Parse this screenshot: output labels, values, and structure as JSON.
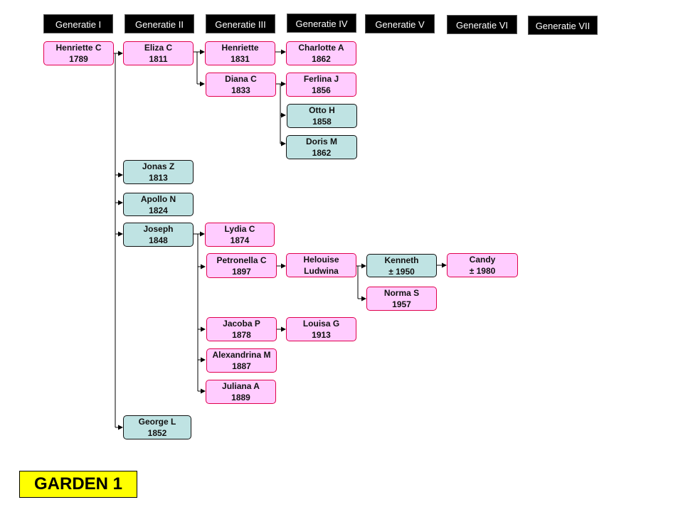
{
  "generations": [
    "Generatie I",
    "Generatie II",
    "Generatie III",
    "Generatie IV",
    "Generatie V",
    "Generatie VI",
    "Generatie VII"
  ],
  "people": {
    "henriette_c": {
      "name": "Henriette C",
      "year": "1789",
      "sex": "female"
    },
    "eliza_c": {
      "name": "Eliza C",
      "year": "1811",
      "sex": "female"
    },
    "henriette": {
      "name": "Henriette",
      "year": "1831",
      "sex": "female"
    },
    "charlotte_a": {
      "name": "Charlotte A",
      "year": "1862",
      "sex": "female"
    },
    "diana_c": {
      "name": "Diana C",
      "year": "1833",
      "sex": "female"
    },
    "ferlina_j": {
      "name": "Ferlina J",
      "year": "1856",
      "sex": "female"
    },
    "otto_h": {
      "name": "Otto H",
      "year": "1858",
      "sex": "male"
    },
    "doris_m": {
      "name": "Doris M",
      "year": "1862",
      "sex": "male"
    },
    "jonas_z": {
      "name": "Jonas Z",
      "year": "1813",
      "sex": "male"
    },
    "apollo_n": {
      "name": "Apollo N",
      "year": "1824",
      "sex": "male"
    },
    "joseph": {
      "name": "Joseph",
      "year": "1848",
      "sex": "male"
    },
    "lydia_c": {
      "name": "Lydia  C",
      "year": "1874",
      "sex": "female"
    },
    "petronella_c": {
      "name": "Petronella C",
      "year": "1897",
      "sex": "female"
    },
    "helouise": {
      "name": "Helouise",
      "year": "Ludwina",
      "sex": "female"
    },
    "kenneth": {
      "name": "Kenneth",
      "year": "± 1950",
      "sex": "male"
    },
    "candy": {
      "name": "Candy",
      "year": "± 1980",
      "sex": "female"
    },
    "norma_s": {
      "name": "Norma  S",
      "year": "1957",
      "sex": "female"
    },
    "jacoba_p": {
      "name": "Jacoba P",
      "year": "1878",
      "sex": "female"
    },
    "louisa_g": {
      "name": "Louisa G",
      "year": "1913",
      "sex": "female"
    },
    "alexandrina_m": {
      "name": "Alexandrina M",
      "year": "1887",
      "sex": "female"
    },
    "juliana_a": {
      "name": "Juliana A",
      "year": "1889",
      "sex": "female"
    },
    "george_l": {
      "name": "George L",
      "year": "1852",
      "sex": "male"
    }
  },
  "relations": [
    {
      "parent": "henriette_c",
      "children": [
        "eliza_c",
        "jonas_z",
        "apollo_n",
        "joseph",
        "george_l"
      ]
    },
    {
      "parent": "eliza_c",
      "children": [
        "henriette",
        "diana_c"
      ]
    },
    {
      "parent": "henriette",
      "children": [
        "charlotte_a"
      ]
    },
    {
      "parent": "diana_c",
      "children": [
        "ferlina_j",
        "otto_h",
        "doris_m"
      ]
    },
    {
      "parent": "joseph",
      "children": [
        "lydia_c",
        "petronella_c",
        "jacoba_p",
        "alexandrina_m",
        "juliana_a"
      ]
    },
    {
      "parent": "petronella_c",
      "children": [
        "helouise"
      ]
    },
    {
      "parent": "helouise",
      "children": [
        "kenneth",
        "norma_s"
      ]
    },
    {
      "parent": "kenneth",
      "children": [
        "candy"
      ]
    },
    {
      "parent": "jacoba_p",
      "children": [
        "louisa_g"
      ]
    }
  ],
  "garden_label": "GARDEN 1",
  "colors": {
    "female_fill": "#ffccff",
    "female_border": "#e0004d",
    "male_fill": "#bfe3e3",
    "male_border": "#111111",
    "header_bg": "#000000",
    "garden_bg": "#ffff00"
  }
}
